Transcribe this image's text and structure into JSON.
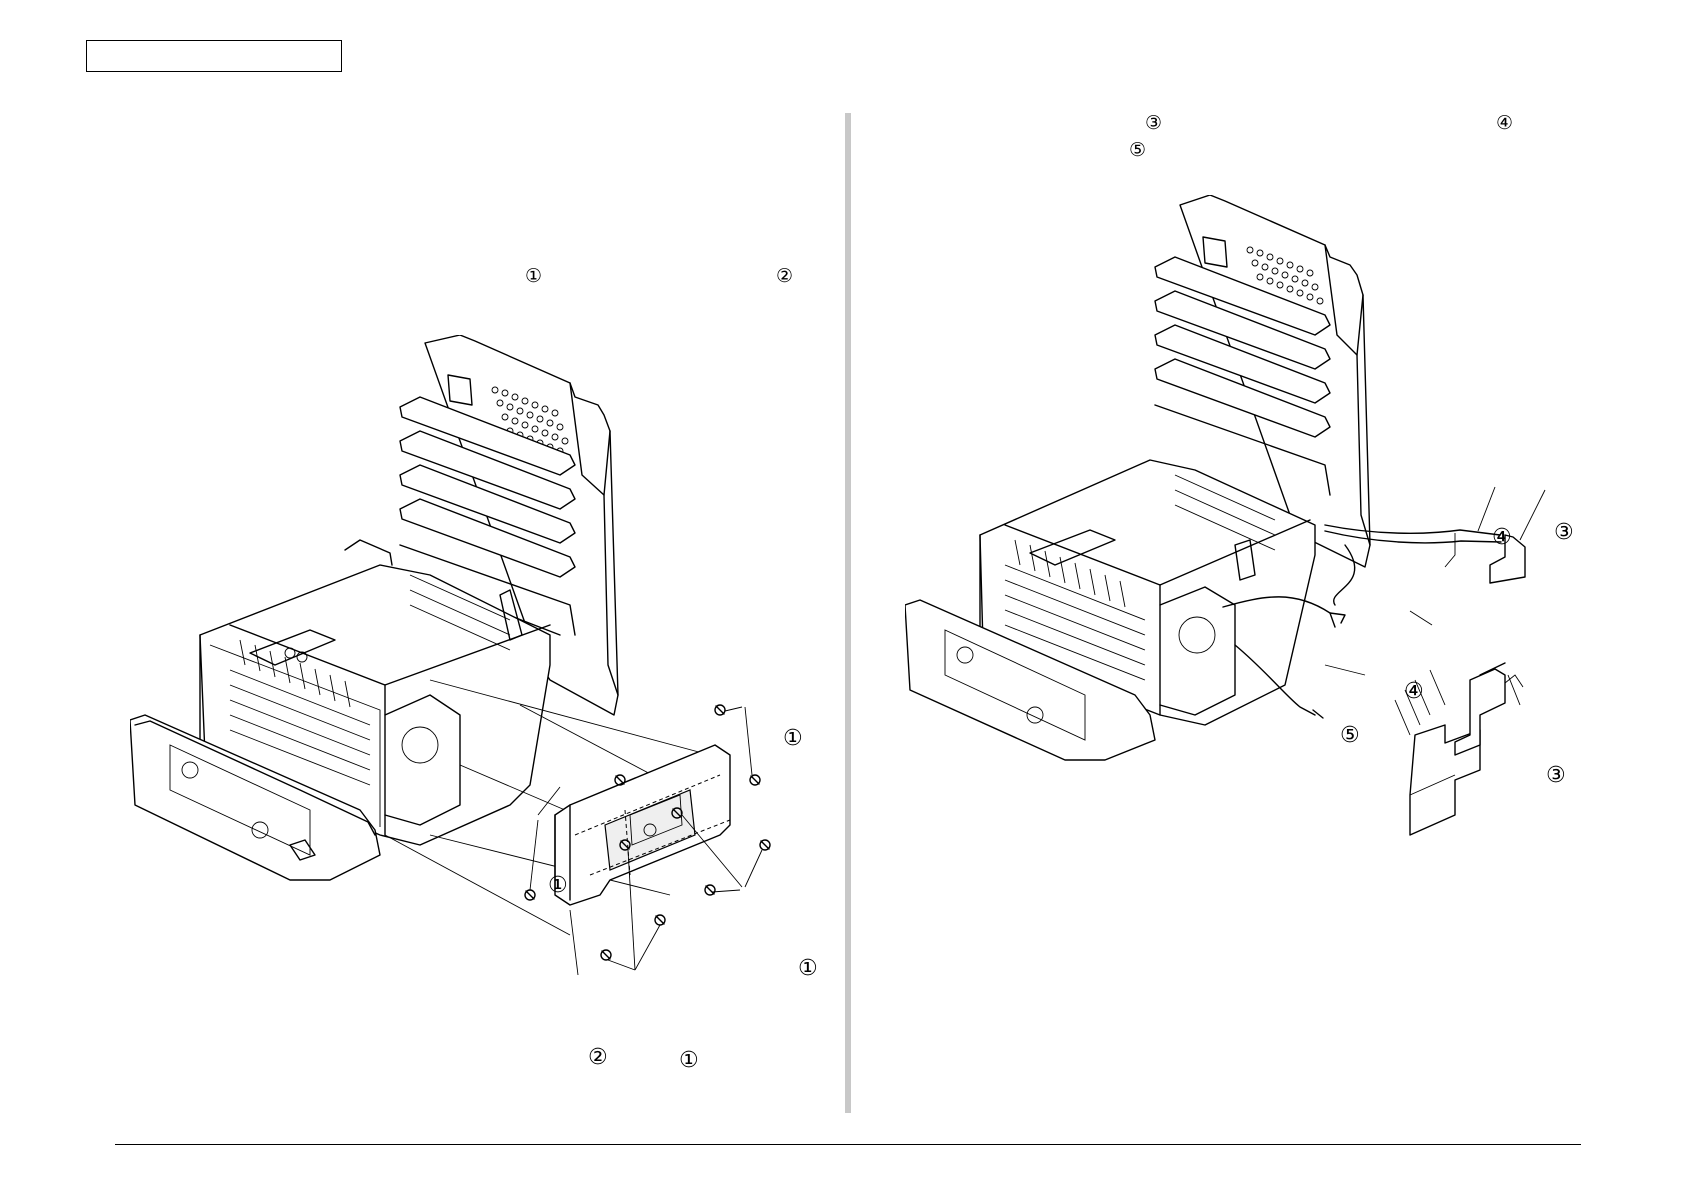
{
  "left_panel": {
    "text_refs": [
      "①",
      "②"
    ],
    "figure_callouts": [
      "①",
      "①",
      "①",
      "①",
      "②"
    ]
  },
  "right_panel": {
    "text_refs": [
      "③",
      "④",
      "⑤"
    ],
    "figure_callouts": [
      "④",
      "③",
      "④",
      "⑤",
      "③"
    ]
  },
  "colors": {
    "divider": "#c8c8c8",
    "line": "#000000"
  }
}
